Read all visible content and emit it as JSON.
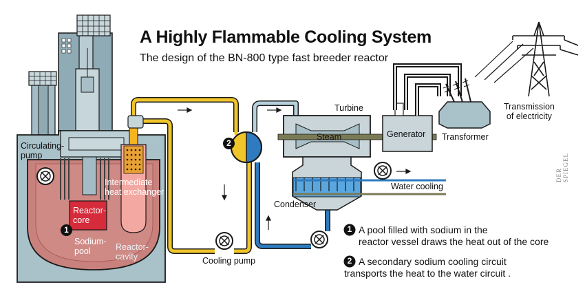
{
  "header": {
    "title": "A Highly Flammable Cooling System",
    "subtitle": "The design of the BN-800 type fast breeder reactor"
  },
  "labels": {
    "circulating_pump": "Circulating-\npump",
    "intermediate_hx": "Intermediate\nheat exchanger",
    "reactor_core": "Reactor-\ncore",
    "sodium_pool": "Sodium-\npool",
    "reactor_cavity": "Reactor-\ncavity",
    "cooling_pump": "Cooling pump",
    "turbine": "Turbine",
    "steam": "Steam",
    "generator": "Generator",
    "transformer": "Transformer",
    "transmission": "Transmission\nof electricity",
    "water_cooling": "Water cooling",
    "condenser": "Condenser"
  },
  "markers": {
    "one": "1",
    "two": "2"
  },
  "legend": {
    "item1": "A pool filled with sodium in the\nreactor vessel draws the heat out of the core",
    "item2": "A secondary sodium cooling circuit\ntransports the heat to the water circuit ."
  },
  "credit": "DER SPIEGEL",
  "colors": {
    "building": "#a9c1c9",
    "building_dark": "#7d9aa4",
    "sodium_pool": "#c9817d",
    "reactor_core": "#d52b3a",
    "secondary_loop": "#f0c52a",
    "water_loop": "#2f7bbf",
    "steam_loop": "#b8d1dc",
    "condenser_water": "#5aa6df",
    "turbine_body": "#c9d5d9"
  }
}
